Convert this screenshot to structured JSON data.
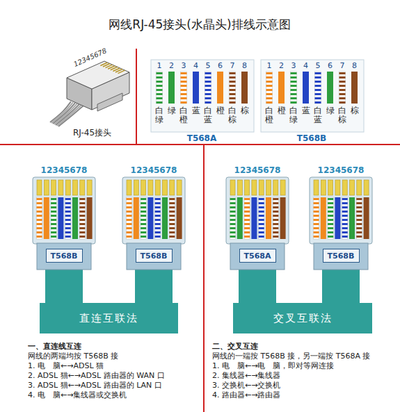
{
  "diagram": {
    "title": "网线RJ-45接头(水晶头)排线示意图",
    "nodes": [
      {
        "text": [
          "T568B"
        ]
      },
      {
        "text": [
          "T568B"
        ]
      },
      {
        "text": [
          "直连互联法"
        ]
      },
      {
        "text": [
          "T568A"
        ]
      },
      {
        "text": [
          "T568B"
        ]
      },
      {
        "text": [
          "交叉互联法"
        ]
      }
    ],
    "labels": [
      "RJ-45接头",
      "12345678",
      "1",
      "2",
      "3",
      "4",
      "5",
      "6",
      "7",
      "8",
      "白绿",
      "绿",
      "白橙",
      "蓝",
      "白蓝",
      "橙",
      "白棕",
      "棕",
      "T568A",
      "1",
      "2",
      "3",
      "4",
      "5",
      "6",
      "7",
      "8",
      "白橙",
      "橙",
      "白绿",
      "蓝",
      "白蓝",
      "绿",
      "白棕",
      "棕",
      "T568B",
      "12345678",
      "12345678",
      "12345678",
      "12345678",
      "一、直连线互连",
      "网线的两端均按 T568B 接",
      "1. 电　脑←→ADSL 猫",
      "2. ADSL 猫←→ADSL 路由器的 WAN 口",
      "3. ADSL 猫←→ADSL 路由器的 LAN 口",
      "4. 电　脑←→集线器或交换机",
      "二、交叉互连",
      "网线的一端按 T568B 接，另一端按 T568A 接",
      "1. 电　脑←→电　脑，即对等网连接",
      "2. 集线器←→集线器",
      "3. 交换机←→交换机",
      "4. 路由器←→路由器"
    ]
  }
}
